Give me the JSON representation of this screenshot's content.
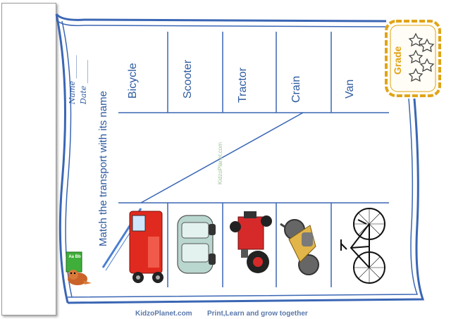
{
  "worksheet": {
    "title": "Match the transport with its name",
    "name_label": "Name ______",
    "date_label": "Date ______",
    "grade_label": "Grade",
    "watermark": "KidzoPlanet.com",
    "columns": [
      {
        "label": "Bicycle",
        "picture": "fire-truck-icon"
      },
      {
        "label": "Scooter",
        "picture": "car-icon"
      },
      {
        "label": "Tractor",
        "picture": "tractor-icon"
      },
      {
        "label": "Crain",
        "picture": "motorcycle-icon"
      },
      {
        "label": "Van",
        "picture": "bicycle-icon"
      }
    ],
    "mascot_badge": "Aa Bb"
  },
  "footer": {
    "site": "KidzoPlanet.com",
    "slogan": "Print,Learn and grow together"
  },
  "colors": {
    "ink": "#2d5a9e",
    "frame": "#3a66b4",
    "grade_border": "#e0a418"
  }
}
